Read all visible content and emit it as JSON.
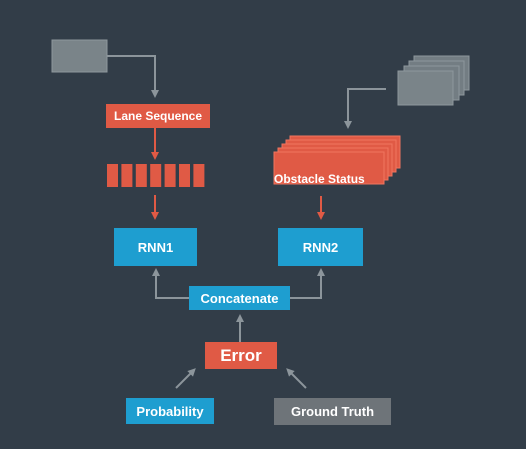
{
  "nodes": {
    "lane_sequence": "Lane Sequence",
    "obstacle_status": "Obstacle Status",
    "rnn1": "RNN1",
    "rnn2": "RNN2",
    "concatenate": "Concatenate",
    "error": "Error",
    "probability": "Probability",
    "ground_truth": "Ground Truth"
  },
  "colors": {
    "background": "#323d48",
    "red": "#e05a45",
    "blue": "#1e9ed0",
    "grey_box": "#6e7479",
    "input_tile": "#7a8489",
    "arrow_grey": "#8c959b",
    "arrow_red": "#e05a45"
  },
  "sequence_cell_count": 7
}
